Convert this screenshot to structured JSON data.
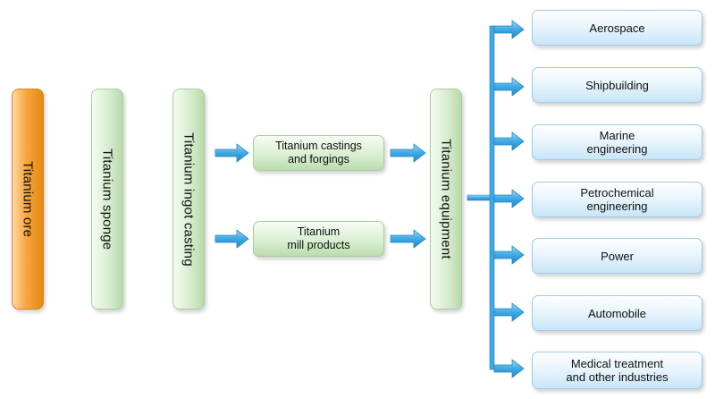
{
  "flow": {
    "ore": "Titanium ore",
    "sponge": "Titanium sponge",
    "ingot": "Titanium ingot casting",
    "equipment": "Titanium equipment",
    "castings": [
      "Titanium castings",
      "and forgings"
    ],
    "mill": [
      "Titanium",
      "mill products"
    ]
  },
  "industries": [
    [
      "Aerospace"
    ],
    [
      "Shipbuilding"
    ],
    [
      "Marine",
      "engineering"
    ],
    [
      "Petrochemical",
      "engineering"
    ],
    [
      "Power"
    ],
    [
      "Automobile"
    ],
    [
      "Medical treatment",
      "and other industries"
    ]
  ],
  "colors": {
    "arrow": "#3ea9e3",
    "arrow_edge": "#1f86c4",
    "green_box": "#d7edcf",
    "orange_box": "#f7a63d",
    "blue_box": "#c9e5f7"
  }
}
